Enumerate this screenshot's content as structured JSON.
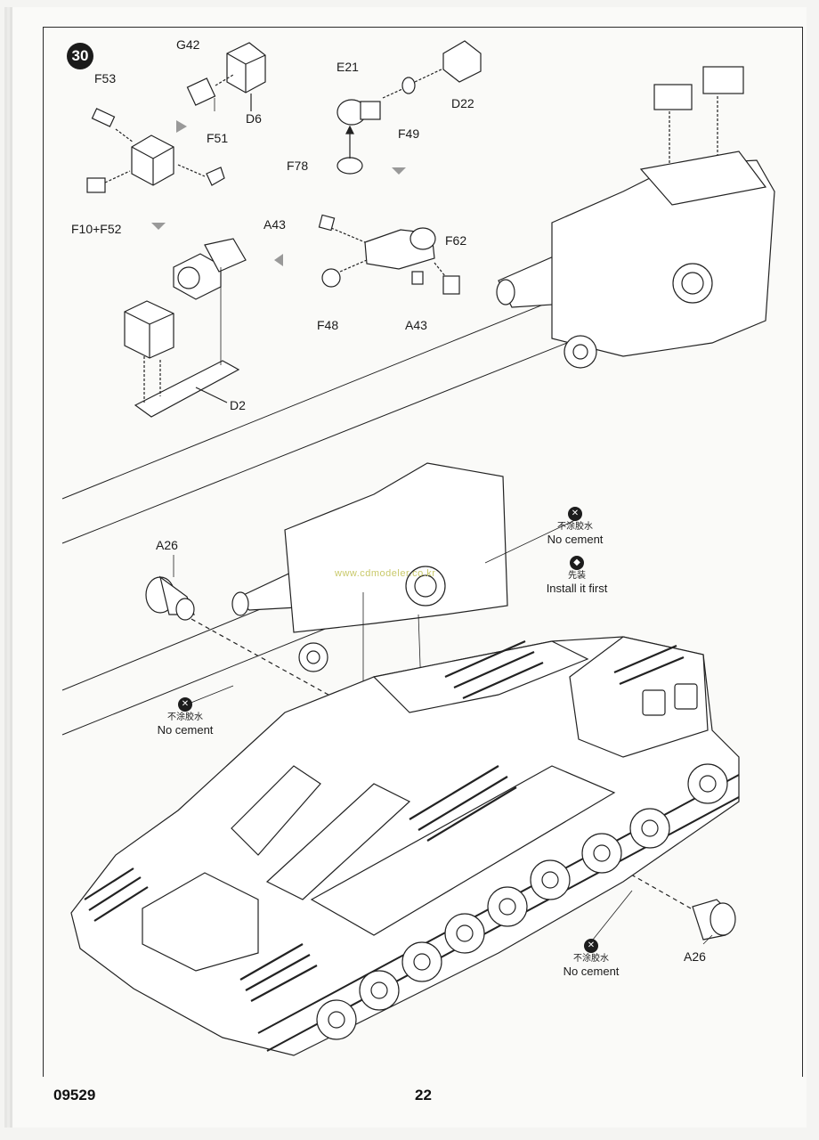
{
  "step": {
    "number": "30"
  },
  "parts": {
    "G42": "G42",
    "F53": "F53",
    "D6": "D6",
    "F51": "F51",
    "F10_F52": "F10+F52",
    "E21": "E21",
    "D22": "D22",
    "F49": "F49",
    "F78": "F78",
    "A43_top": "A43",
    "F62": "F62",
    "F48": "F48",
    "A43_bottom": "A43",
    "D2": "D2",
    "A26_left": "A26",
    "A26_right": "A26"
  },
  "notes": {
    "no_cement_top": {
      "cn": "不涂胶水",
      "en": "No cement"
    },
    "install_first": {
      "cn": "先装",
      "en": "Install it first"
    },
    "no_cement_left": {
      "cn": "不涂胶水",
      "en": "No cement"
    },
    "no_cement_right": {
      "cn": "不涂胶水",
      "en": "No cement"
    }
  },
  "footer": {
    "kit_number": "09529",
    "page_number": "22"
  },
  "watermark": "www.cdmodeler.co.kr"
}
